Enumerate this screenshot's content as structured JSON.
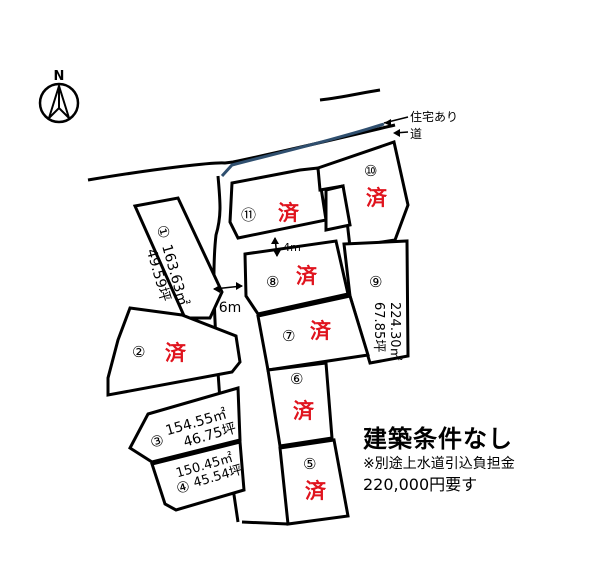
{
  "north_label": "N",
  "road_labels": {
    "existing_houses": "住宅あり",
    "road": "道",
    "road_width": "6m",
    "passage_width": "4m"
  },
  "lots": [
    {
      "id": "lot-1",
      "number": "①",
      "area_sqm": "163.63㎡",
      "area_tsubo": "49.59坪",
      "status": ""
    },
    {
      "id": "lot-2",
      "number": "②",
      "area_sqm": "",
      "area_tsubo": "",
      "status": "済"
    },
    {
      "id": "lot-3",
      "number": "③",
      "area_sqm": "154.55㎡",
      "area_tsubo": "46.75坪",
      "status": ""
    },
    {
      "id": "lot-4",
      "number": "④",
      "area_sqm": "150.45㎡",
      "area_tsubo": "45.54坪",
      "status": ""
    },
    {
      "id": "lot-5",
      "number": "⑤",
      "area_sqm": "",
      "area_tsubo": "",
      "status": "済"
    },
    {
      "id": "lot-6",
      "number": "⑥",
      "area_sqm": "",
      "area_tsubo": "",
      "status": "済"
    },
    {
      "id": "lot-7",
      "number": "⑦",
      "area_sqm": "",
      "area_tsubo": "",
      "status": "済"
    },
    {
      "id": "lot-8",
      "number": "⑧",
      "area_sqm": "",
      "area_tsubo": "",
      "status": "済"
    },
    {
      "id": "lot-9",
      "number": "⑨",
      "area_sqm": "224.30㎡",
      "area_tsubo": "67.85坪",
      "status": ""
    },
    {
      "id": "lot-10",
      "number": "⑩",
      "area_sqm": "",
      "area_tsubo": "",
      "status": "済"
    },
    {
      "id": "lot-11",
      "number": "⑪",
      "area_sqm": "",
      "area_tsubo": "",
      "status": "済"
    }
  ],
  "notes": {
    "headline": "建築条件なし",
    "line1": "※別途上水道引込負担金",
    "line2": "220,000円要す"
  },
  "colors": {
    "sold_mark": "#e0141e",
    "water_main": "#2f4f6f",
    "line": "#000000"
  }
}
